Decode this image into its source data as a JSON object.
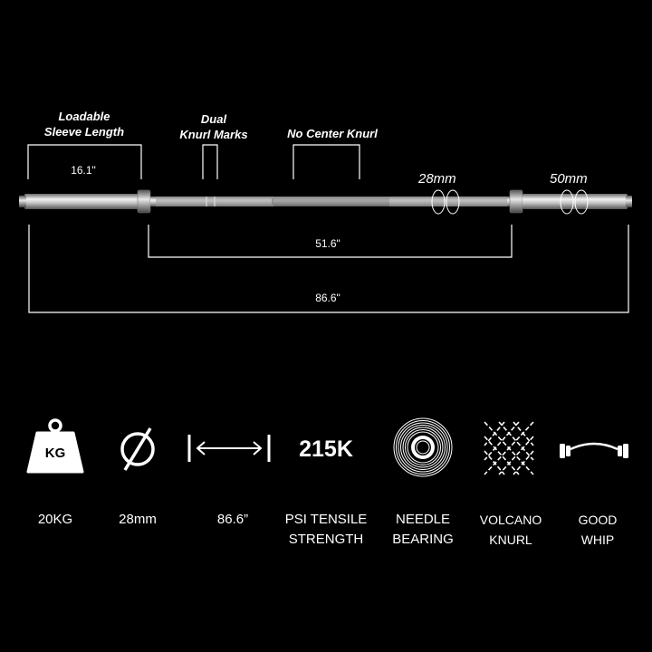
{
  "callouts": {
    "sleeve_line1": "Loadable",
    "sleeve_line2": "Sleeve Length",
    "dual_line1": "Dual",
    "dual_line2": "Knurl Marks",
    "center": "No Center Knurl"
  },
  "dimensions": {
    "sleeve": "16.1\"",
    "inner": "51.6\"",
    "total": "86.6\"",
    "shaft_diameter": "28mm",
    "sleeve_diameter": "50mm"
  },
  "features": [
    {
      "icon": "kettlebell-weight-icon",
      "badge": "KG",
      "line1": "20KG",
      "line2": ""
    },
    {
      "icon": "diameter-icon",
      "line1": "28mm",
      "line2": ""
    },
    {
      "icon": "length-arrow-icon",
      "line1": "86.6”",
      "line2": ""
    },
    {
      "icon": "tensile-strength-value",
      "value": "215K",
      "line1": "PSI TENSILE",
      "line2": "STRENGTH"
    },
    {
      "icon": "needle-bearing-icon",
      "line1": "NEEDLE",
      "line2": "BEARING"
    },
    {
      "icon": "volcano-knurl-icon",
      "line1": "VOLCANO",
      "line2": "KNURL"
    },
    {
      "icon": "barbell-whip-icon",
      "line1": "GOOD",
      "line2": "WHIP"
    }
  ],
  "colors": {
    "background": "#000000",
    "text": "#ffffff",
    "bar_steel": "#b8b8b8"
  }
}
